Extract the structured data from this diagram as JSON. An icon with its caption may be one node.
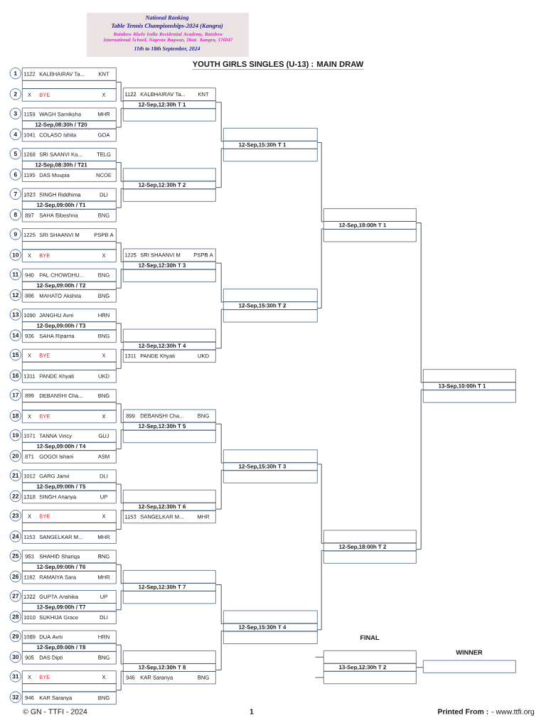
{
  "diagram": {
    "title": "YOUTH GIRLS SINGLES (U-13) : MAIN DRAW",
    "nodes": [
      {
        "text": [
          "1"
        ]
      },
      {
        "text": [
          "1122",
          "KALBHAIRAV Ta...",
          "KNT"
        ]
      },
      {
        "text": [],
        "shape": "box"
      },
      {
        "text": [
          "X",
          "BYE",
          "X"
        ]
      },
      {
        "text": [
          "2"
        ]
      },
      {
        "text": [
          "3"
        ]
      },
      {
        "text": [
          "1159",
          "WAGH Samiksha",
          "MHR"
        ]
      },
      {
        "text": [
          "12-Sep,08:30h / T20"
        ]
      },
      {
        "text": [
          "1041",
          "COLASO Ishita",
          "GOA"
        ]
      },
      {
        "text": [
          "4"
        ]
      },
      {
        "text": [
          "5"
        ]
      },
      {
        "text": [
          "1268",
          "SRI SAANVI Ka...",
          "TELG"
        ]
      },
      {
        "text": [
          "12-Sep,08:30h / T21"
        ]
      },
      {
        "text": [
          "1195",
          "DAS Moupia",
          "NCOE"
        ]
      },
      {
        "text": [
          "6"
        ]
      },
      {
        "text": [
          "7"
        ]
      },
      {
        "text": [
          "1023",
          "SINGH Riddhima",
          "DLI"
        ]
      },
      {
        "text": [
          "12-Sep,09:00h / T1"
        ]
      },
      {
        "text": [
          "897",
          "SAHA Bibeshna",
          "BNG"
        ]
      },
      {
        "text": [
          "8"
        ]
      },
      {
        "text": [
          "9"
        ]
      },
      {
        "text": [
          "1225",
          "SRI SHAANVI M",
          "PSPB A"
        ]
      },
      {
        "text": [],
        "shape": "box"
      },
      {
        "text": [
          "X",
          "BYE",
          "X"
        ]
      },
      {
        "text": [
          "10"
        ]
      },
      {
        "text": [
          "11"
        ]
      },
      {
        "text": [
          "940",
          "PAL CHOWDHU...",
          "BNG"
        ]
      },
      {
        "text": [
          "12-Sep,09:00h / T2"
        ]
      },
      {
        "text": [
          "886",
          "MAHATO Akshita",
          "BNG"
        ]
      },
      {
        "text": [
          "12"
        ]
      },
      {
        "text": [
          "13"
        ]
      },
      {
        "text": [
          "1090",
          "JANGHU Avni",
          "HRN"
        ]
      },
      {
        "text": [
          "12-Sep,09:00h / T3"
        ]
      },
      {
        "text": [
          "936",
          "SAHA Riparna",
          "BNG"
        ]
      },
      {
        "text": [
          "14"
        ]
      },
      {
        "text": [
          "15"
        ]
      },
      {
        "text": [
          "X",
          "BYE",
          "X"
        ]
      },
      {
        "text": [],
        "shape": "box"
      },
      {
        "text": [
          "1311",
          "PANDE Khyati",
          "UKD"
        ]
      },
      {
        "text": [
          "16"
        ]
      },
      {
        "text": [
          "17"
        ]
      },
      {
        "text": [
          "899",
          "DEBANSHI Cha...",
          "BNG"
        ]
      },
      {
        "text": [],
        "shape": "box"
      },
      {
        "text": [
          "X",
          "BYE",
          "X"
        ]
      },
      {
        "text": [
          "18"
        ]
      },
      {
        "text": [
          "19"
        ]
      },
      {
        "text": [
          "1071",
          "TANNA Vincy",
          "GUJ"
        ]
      },
      {
        "text": [
          "12-Sep,09:00h / T4"
        ]
      },
      {
        "text": [
          "871",
          "GOGOI Ishani",
          "ASM"
        ]
      },
      {
        "text": [
          "20"
        ]
      },
      {
        "text": [
          "21"
        ]
      },
      {
        "text": [
          "1012",
          "GARG Janvi",
          "DLI"
        ]
      },
      {
        "text": [
          "12-Sep,09:00h / T5"
        ]
      },
      {
        "text": [
          "1318",
          "SINGH Ananya",
          "UP"
        ]
      },
      {
        "text": [
          "22"
        ]
      },
      {
        "text": [
          "23"
        ]
      },
      {
        "text": [
          "X",
          "BYE",
          "X"
        ]
      },
      {
        "text": [],
        "shape": "box"
      },
      {
        "text": [
          "1153",
          "SANGELKAR M...",
          "MHR"
        ]
      },
      {
        "text": [
          "24"
        ]
      },
      {
        "text": [
          "25"
        ]
      },
      {
        "text": [
          "953",
          "SHAHID Shariqa",
          "BNG"
        ]
      },
      {
        "text": [
          "12-Sep,09:00h / T6"
        ]
      },
      {
        "text": [
          "1162",
          "RAMAIYA Sara",
          "MHR"
        ]
      },
      {
        "text": [
          "26"
        ]
      },
      {
        "text": [
          "27"
        ]
      },
      {
        "text": [
          "1322",
          "GUPTA Anshika",
          "UP"
        ]
      },
      {
        "text": [
          "12-Sep,09:00h / T7"
        ]
      },
      {
        "text": [
          "1010",
          "SUKHIJA Grace",
          "DLI"
        ]
      },
      {
        "text": [
          "28"
        ]
      },
      {
        "text": [
          "29"
        ]
      },
      {
        "text": [
          "1089",
          "DUA Avni",
          "HRN"
        ]
      },
      {
        "text": [
          "12-Sep,09:00h / T8"
        ]
      },
      {
        "text": [
          "905",
          "DAS Dipti",
          "BNG"
        ]
      },
      {
        "text": [
          "30"
        ]
      },
      {
        "text": [
          "31"
        ]
      },
      {
        "text": [
          "X",
          "BYE",
          "X"
        ]
      },
      {
        "text": [],
        "shape": "box"
      },
      {
        "text": [
          "946",
          "KAR Saranya",
          "BNG"
        ]
      },
      {
        "text": [
          "32"
        ]
      },
      {
        "text": [
          "1122",
          "KALBHAIRAV Ta...",
          "KNT"
        ]
      },
      {
        "text": [
          "12-Sep,12:30h T 1"
        ]
      },
      {
        "text": [],
        "shape": "box"
      },
      {
        "text": [],
        "shape": "box"
      },
      {
        "text": [
          "12-Sep,12:30h T 2"
        ]
      },
      {
        "text": [],
        "shape": "box"
      },
      {
        "text": [
          "1225",
          "SRI SHAANVI M",
          "PSPB A"
        ]
      },
      {
        "text": [
          "12-Sep,12:30h T 3"
        ]
      },
      {
        "text": [],
        "shape": "box"
      },
      {
        "text": [],
        "shape": "box"
      },
      {
        "text": [
          "12-Sep,12:30h T 4"
        ]
      },
      {
        "text": [
          "1311",
          "PANDE Khyati",
          "UKD"
        ]
      },
      {
        "text": [
          "899",
          "DEBANSHI Cha...",
          "BNG"
        ]
      },
      {
        "text": [
          "12-Sep,12:30h T 5"
        ]
      },
      {
        "text": [],
        "shape": "box"
      },
      {
        "text": [],
        "shape": "box"
      },
      {
        "text": [
          "12-Sep,12:30h T 6"
        ]
      },
      {
        "text": [
          "1153",
          "SANGELKAR M...",
          "MHR"
        ]
      },
      {
        "text": [],
        "shape": "box"
      },
      {
        "text": [
          "12-Sep,12:30h T 7"
        ]
      },
      {
        "text": [],
        "shape": "box"
      },
      {
        "text": [],
        "shape": "box"
      },
      {
        "text": [
          "12-Sep,12:30h T 8"
        ]
      },
      {
        "text": [
          "946",
          "KAR Saranya",
          "BNG"
        ]
      },
      {
        "text": [],
        "shape": "box"
      },
      {
        "text": [
          "12-Sep,15:30h T 1"
        ]
      },
      {
        "text": [],
        "shape": "box"
      },
      {
        "text": [],
        "shape": "box"
      },
      {
        "text": [
          "12-Sep,15:30h T 2"
        ]
      },
      {
        "text": [],
        "shape": "box"
      },
      {
        "text": [],
        "shape": "box"
      },
      {
        "text": [
          "12-Sep,15:30h T 3"
        ]
      },
      {
        "text": [],
        "shape": "box"
      },
      {
        "text": [],
        "shape": "box"
      },
      {
        "text": [
          "12-Sep,15:30h T 4"
        ]
      },
      {
        "text": [],
        "shape": "box"
      },
      {
        "text": [],
        "shape": "box"
      },
      {
        "text": [
          "12-Sep,18:00h T 1"
        ]
      },
      {
        "text": [],
        "shape": "box"
      },
      {
        "text": [],
        "shape": "box"
      },
      {
        "text": [
          "12-Sep,18:00h T 2"
        ]
      },
      {
        "text": [],
        "shape": "box"
      },
      {
        "text": [],
        "shape": "box"
      },
      {
        "text": [
          "13-Sep,10:00h T 1"
        ]
      },
      {
        "text": [],
        "shape": "box"
      },
      {
        "text": [],
        "shape": "box",
        "beside": [
          "FINAL"
        ]
      },
      {
        "text": [
          "13-Sep,12:30h T 2"
        ]
      },
      {
        "text": [],
        "shape": "box"
      },
      {
        "text": [],
        "shape": "box",
        "beside": [
          "WINNER"
        ]
      }
    ],
    "edges": [
      {
        "from": 2,
        "to": 81,
        "arrow": "none"
      },
      {
        "from": 7,
        "to": 81,
        "arrow": "none"
      },
      {
        "from": 12,
        "to": 84,
        "arrow": "none"
      },
      {
        "from": 17,
        "to": 84,
        "arrow": "none"
      },
      {
        "from": 22,
        "to": 87,
        "arrow": "none"
      },
      {
        "from": 27,
        "to": 87,
        "arrow": "none"
      },
      {
        "from": 32,
        "to": 90,
        "arrow": "none"
      },
      {
        "from": 37,
        "to": 90,
        "arrow": "none"
      },
      {
        "from": 42,
        "to": 93,
        "arrow": "none"
      },
      {
        "from": 47,
        "to": 93,
        "arrow": "none"
      },
      {
        "from": 52,
        "to": 96,
        "arrow": "none"
      },
      {
        "from": 57,
        "to": 96,
        "arrow": "none"
      },
      {
        "from": 62,
        "to": 99,
        "arrow": "none"
      },
      {
        "from": 67,
        "to": 99,
        "arrow": "none"
      },
      {
        "from": 72,
        "to": 102,
        "arrow": "none"
      },
      {
        "from": 77,
        "to": 102,
        "arrow": "none"
      },
      {
        "from": 81,
        "to": 105,
        "arrow": "none"
      },
      {
        "from": 84,
        "to": 105,
        "arrow": "none"
      },
      {
        "from": 87,
        "to": 108,
        "arrow": "none"
      },
      {
        "from": 90,
        "to": 108,
        "arrow": "none"
      },
      {
        "from": 93,
        "to": 111,
        "arrow": "none"
      },
      {
        "from": 96,
        "to": 111,
        "arrow": "none"
      },
      {
        "from": 99,
        "to": 114,
        "arrow": "none"
      },
      {
        "from": 102,
        "to": 114,
        "arrow": "none"
      },
      {
        "from": 105,
        "to": 117,
        "arrow": "none"
      },
      {
        "from": 108,
        "to": 117,
        "arrow": "none"
      },
      {
        "from": 111,
        "to": 120,
        "arrow": "none"
      },
      {
        "from": 114,
        "to": 120,
        "arrow": "none"
      },
      {
        "from": 117,
        "to": 123,
        "arrow": "none"
      },
      {
        "from": 120,
        "to": 123,
        "arrow": "none"
      },
      {
        "from": null,
        "to": 125,
        "arrow": "none"
      },
      {
        "from": null,
        "to": 127,
        "arrow": "none"
      },
      {
        "from": 126,
        "to": 128,
        "arrow": "none"
      }
    ],
    "labels": [
      "National Ranking",
      "Table Tennis Championships-2024 (Kangra)",
      "Rainbow Khelo India Residential Academy, Rainbow International School, Nagrota Bagwan, Distt. Kangra, 176047",
      "11th to 18th September, 2024",
      "© GN - TTFI - 2024",
      "1",
      "**Printed From :** - www.ttfi.org"
    ]
  }
}
